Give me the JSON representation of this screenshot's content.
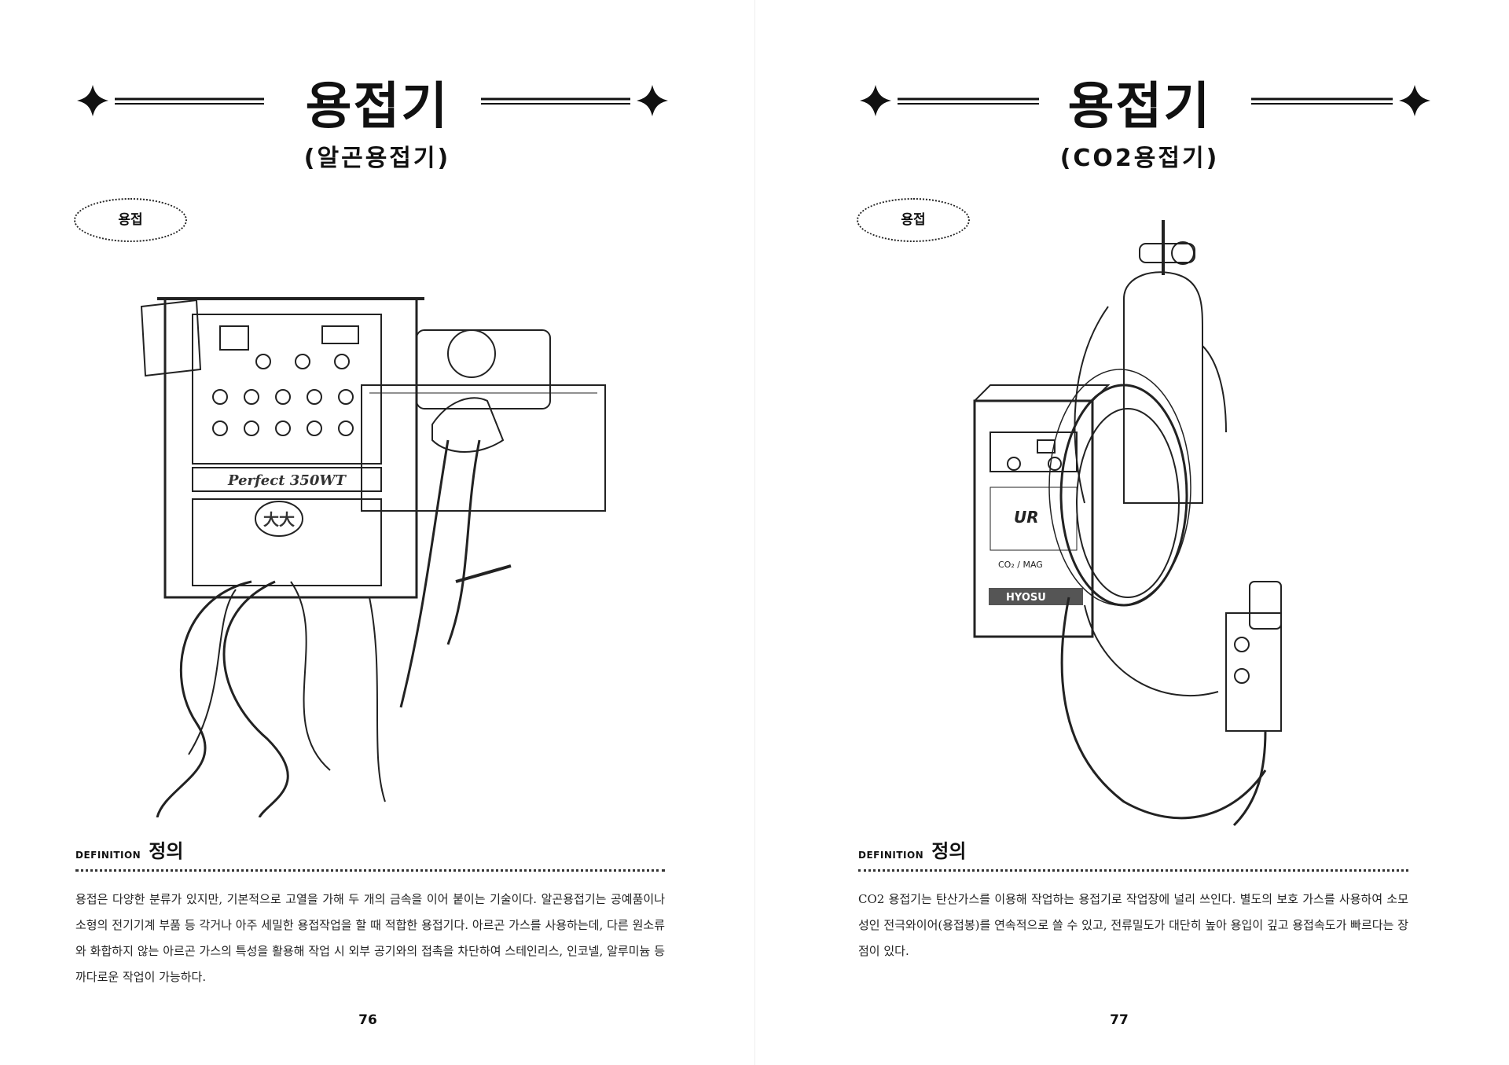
{
  "pages": [
    {
      "title": "용접기",
      "subtitle": "(알곤용접기)",
      "tag": "용접",
      "machine_label": "Perfect 350WT",
      "logo_text": "大大",
      "definition_en": "DEFINITION",
      "definition_ko": "정의",
      "body": "용접은 다양한 분류가 있지만, 기본적으로 고열을 가해 두 개의 금속을 이어 붙이는 기술이다. 알곤용접기는 공예품이나 소형의 전기기계 부품 등 각거나 아주 세밀한 용접작업을 할 때 적합한 용접기다. 아르곤 가스를 사용하는데, 다른 원소류와 화합하지 않는 아르곤 가스의 특성을 활용해 작업 시 외부 공기와의 접촉을 차단하여 스테인리스, 인코넬, 알루미늄 등 까다로운 작업이 가능하다.",
      "page_number": "76"
    },
    {
      "title": "용접기",
      "subtitle": "(CO2용접기)",
      "tag": "용접",
      "machine_label_1": "UR",
      "machine_label_2": "CO₂ / MAG",
      "machine_label_3": "HYOSU",
      "definition_en": "DEFINITION",
      "definition_ko": "정의",
      "body": "CO2 용접기는 탄산가스를 이용해 작업하는 용접기로 작업장에 널리 쓰인다. 별도의 보호 가스를 사용하여 소모성인 전극와이어(용접봉)를 연속적으로 쓸 수 있고, 전류밀도가 대단히 높아 용입이 깊고 용접속도가 빠르다는 장점이 있다.",
      "page_number": "77"
    }
  ]
}
